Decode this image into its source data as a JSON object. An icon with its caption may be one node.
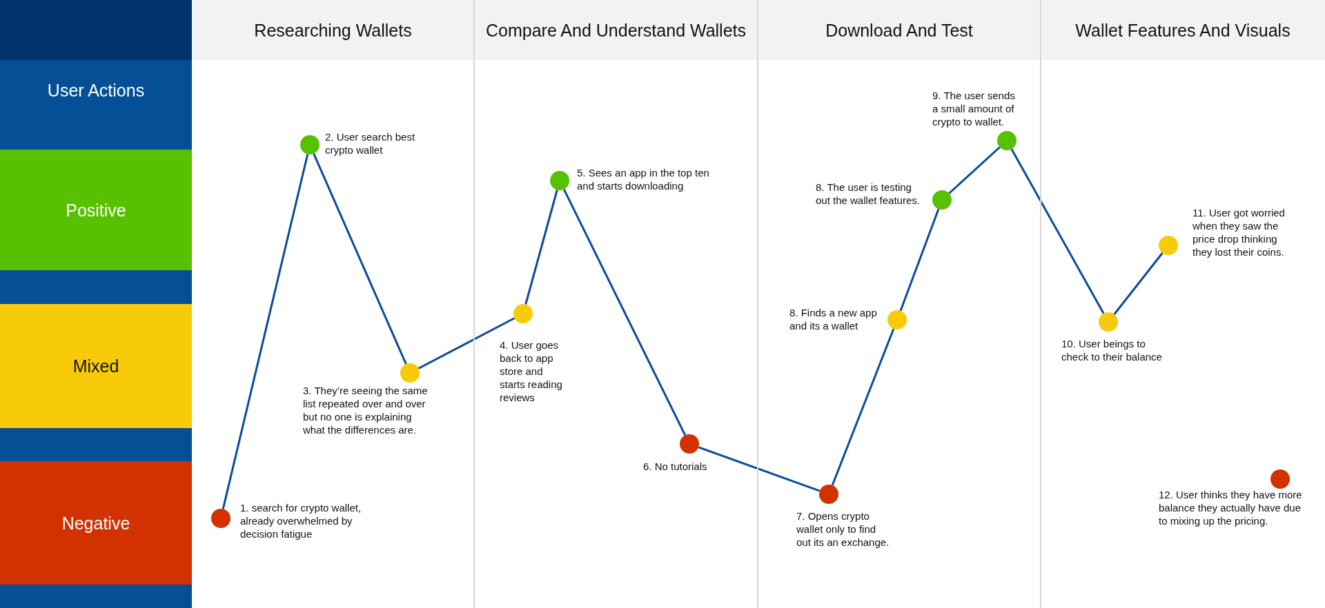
{
  "diagram": {
    "nodes": [
      {
        "text": [],
        "shape": "box"
      },
      {
        "text": [
          "Researching Wallets"
        ]
      },
      {
        "text": [
          "Compare And Understand Wallets"
        ]
      },
      {
        "text": [
          "Download And Test"
        ]
      },
      {
        "text": [
          "Wallet Features And Visuals"
        ]
      },
      {
        "text": [
          "User Actions"
        ]
      },
      {
        "text": [
          "Positive"
        ]
      },
      {
        "text": [
          "Mixed"
        ]
      },
      {
        "text": [
          "Negative"
        ]
      },
      {
        "text": [],
        "shape": "circle",
        "beside": [
          "1. search for crypto wallet, already overwhelmed by decision fatigue"
        ]
      },
      {
        "text": [],
        "shape": "circle",
        "beside": [
          "2. User search best crypto wallet"
        ]
      },
      {
        "text": [],
        "shape": "circle",
        "beside": [
          "3. They’re seeing the same list repeated over and over but no one is explaining what the differences are."
        ]
      },
      {
        "text": [],
        "shape": "circle",
        "beside": [
          "4. User goes back to app store and starts reading reviews"
        ]
      },
      {
        "text": [],
        "shape": "circle",
        "beside": [
          "5. Sees an app in the top ten and starts downloading"
        ]
      },
      {
        "text": [],
        "shape": "circle",
        "beside": [
          "6. No tutorials"
        ]
      },
      {
        "text": [],
        "shape": "circle",
        "beside": [
          "7. Opens crypto wallet only to find out its an exchange."
        ]
      },
      {
        "text": [],
        "shape": "circle",
        "beside": [
          "8. Finds a new app and its a wallet"
        ]
      },
      {
        "text": [],
        "shape": "circle",
        "beside": [
          "8. The user is testing out the wallet features."
        ]
      },
      {
        "text": [],
        "shape": "circle",
        "beside": [
          "9. The user sends a small amount of crypto to wallet."
        ]
      },
      {
        "text": [],
        "shape": "circle",
        "beside": [
          "10. User beings to check to their balance"
        ]
      },
      {
        "text": [],
        "shape": "circle",
        "beside": [
          "11. User got worried when they saw the price drop thinking they lost their coins."
        ]
      },
      {
        "text": [],
        "shape": "circle",
        "beside": [
          "12. User thinks they have more balance they actually have due to mixing up the pricing."
        ]
      }
    ],
    "edges": [
      {
        "from": 9,
        "to": 10,
        "arrow": "none"
      },
      {
        "from": 10,
        "to": 11,
        "arrow": "none"
      },
      {
        "from": 11,
        "to": 12,
        "arrow": "none"
      },
      {
        "from": 12,
        "to": 13,
        "arrow": "none"
      },
      {
        "from": 13,
        "to": 14,
        "arrow": "none"
      },
      {
        "from": 14,
        "to": 15,
        "arrow": "none"
      },
      {
        "from": 15,
        "to": 16,
        "arrow": "none"
      },
      {
        "from": 16,
        "to": 17,
        "arrow": "none"
      },
      {
        "from": 17,
        "to": 18,
        "arrow": "none"
      },
      {
        "from": 18,
        "to": 19,
        "arrow": "none"
      },
      {
        "from": 19,
        "to": 20,
        "arrow": "none"
      }
    ]
  }
}
